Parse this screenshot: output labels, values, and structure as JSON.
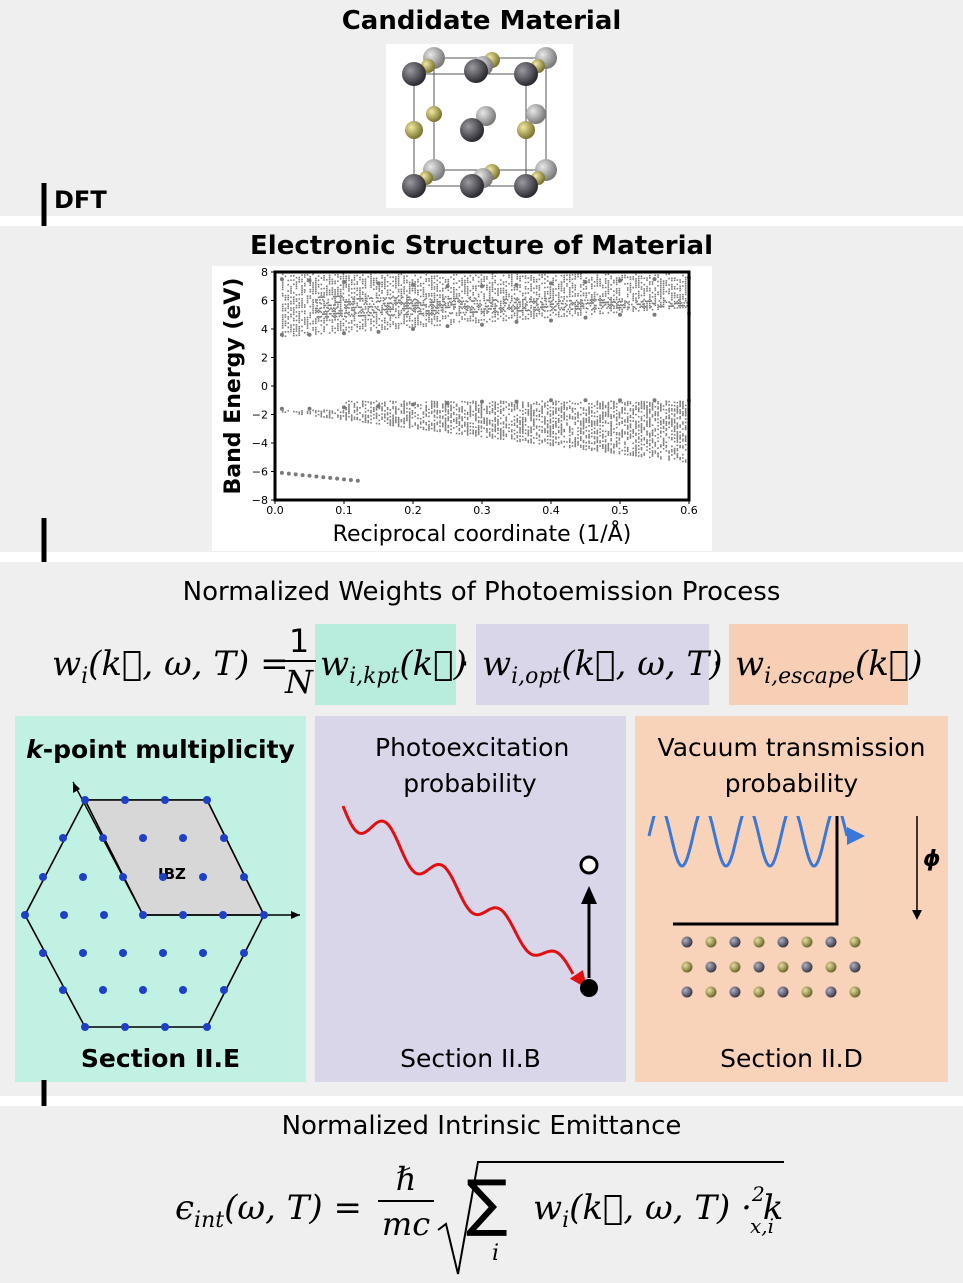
{
  "panels": {
    "candidate": {
      "title": "Candidate Material"
    },
    "electronic": {
      "title": "Electronic Structure of Material"
    },
    "weights": {
      "title": "Normalized Weights of Photoemission Process"
    },
    "emittance": {
      "title": "Normalized Intrinsic Emittance"
    }
  },
  "arrows": {
    "dft_label": "DFT"
  },
  "weights_equation": {
    "lhs": "w",
    "lhs_sub": "i",
    "args": "(k⃗, ω, T) =",
    "frac_num": "1",
    "frac_den": "N",
    "term1": "w",
    "term1_sub": "i,kpt",
    "term1_args": "(k⃗)",
    "dot": "·",
    "term2": "w",
    "term2_sub": "i,opt",
    "term2_args": "(k⃗, ω, T)",
    "term3": "w",
    "term3_sub": "i,escape",
    "term3_args": "(k⃗)",
    "colors": {
      "term1_bg": "#b8ecdc",
      "term2_bg": "#d9d6ea",
      "term3_bg": "#f6cfb4"
    }
  },
  "boxes": [
    {
      "title_italic": "k",
      "title": "-point multiplicity",
      "footer": "Section II.E",
      "bg": "#c1f1e2"
    },
    {
      "title": "Photoexcitation probability",
      "footer": "Section II.B",
      "bg": "#d9d6ea"
    },
    {
      "title": "Vacuum transmission probability",
      "footer": "Section II.D",
      "bg": "#f8d3b9"
    }
  ],
  "kpoint_diagram": {
    "label": "IBZ",
    "dot_color": "#1f3fc4"
  },
  "vacuum_diagram": {
    "phi_label": "ϕ",
    "wave_color": "#3a78d8"
  },
  "photo_diagram": {
    "wave_color": "#e01010"
  },
  "emittance_equation": {
    "lhs": "ϵ",
    "lhs_sub": "int",
    "lhs_args": "(ω, T) =",
    "frac_num": "ℏ",
    "frac_den": "mc",
    "sum_symbol": "∑",
    "sum_index": "i",
    "body": "w",
    "body_sub": "i",
    "body_args": "(k⃗, ω, T) · k",
    "body_sup": "2",
    "body_sub2": "x,i"
  },
  "chart_data": {
    "type": "scatter",
    "title": "",
    "xlabel": "Reciprocal coordinate (1/Å)",
    "ylabel": "Band Energy (eV)",
    "xlim": [
      0.0,
      0.6
    ],
    "ylim": [
      -8,
      8
    ],
    "xticks": [
      "0.0",
      "0.1",
      "0.2",
      "0.3",
      "0.4",
      "0.5",
      "0.6"
    ],
    "yticks": [
      "8",
      "6",
      "4",
      "2",
      "0",
      "−2",
      "−4",
      "−6",
      "−8"
    ],
    "point_color": "#7a7a7a",
    "series": [
      {
        "x": [
          0.01,
          0.02,
          0.03,
          0.04,
          0.05,
          0.06,
          0.07,
          0.08,
          0.09,
          0.1,
          0.11,
          0.12
        ],
        "y": [
          -6.1,
          -6.15,
          -6.2,
          -6.25,
          -6.3,
          -6.35,
          -6.4,
          -6.45,
          -6.5,
          -6.55,
          -6.6,
          -6.65
        ]
      },
      {
        "x": [
          0.01,
          0.05,
          0.1,
          0.15,
          0.2,
          0.25,
          0.3,
          0.35,
          0.4,
          0.45,
          0.5,
          0.55,
          0.6
        ],
        "y": [
          -1.6,
          -1.6,
          -1.5,
          -1.4,
          -1.3,
          -1.2,
          -1.1,
          -1.1,
          -1.0,
          -1.0,
          -1.0,
          -1.0,
          -1.0
        ]
      },
      {
        "x": [
          0.01,
          0.05,
          0.1,
          0.15,
          0.2,
          0.25,
          0.3,
          0.35,
          0.4,
          0.45,
          0.5,
          0.55,
          0.6
        ],
        "y": [
          3.6,
          3.6,
          3.7,
          3.8,
          4.0,
          4.2,
          4.3,
          4.5,
          4.6,
          4.8,
          5.0,
          5.0,
          5.1
        ]
      },
      {
        "x": [
          0.01,
          0.05,
          0.1,
          0.15,
          0.2,
          0.25,
          0.3,
          0.35,
          0.4,
          0.45,
          0.5,
          0.55,
          0.6
        ],
        "y": [
          7.5,
          7.4,
          7.3,
          7.2,
          7.1,
          7.0,
          7.0,
          7.1,
          7.2,
          7.3,
          7.4,
          7.5,
          7.6
        ]
      }
    ]
  }
}
